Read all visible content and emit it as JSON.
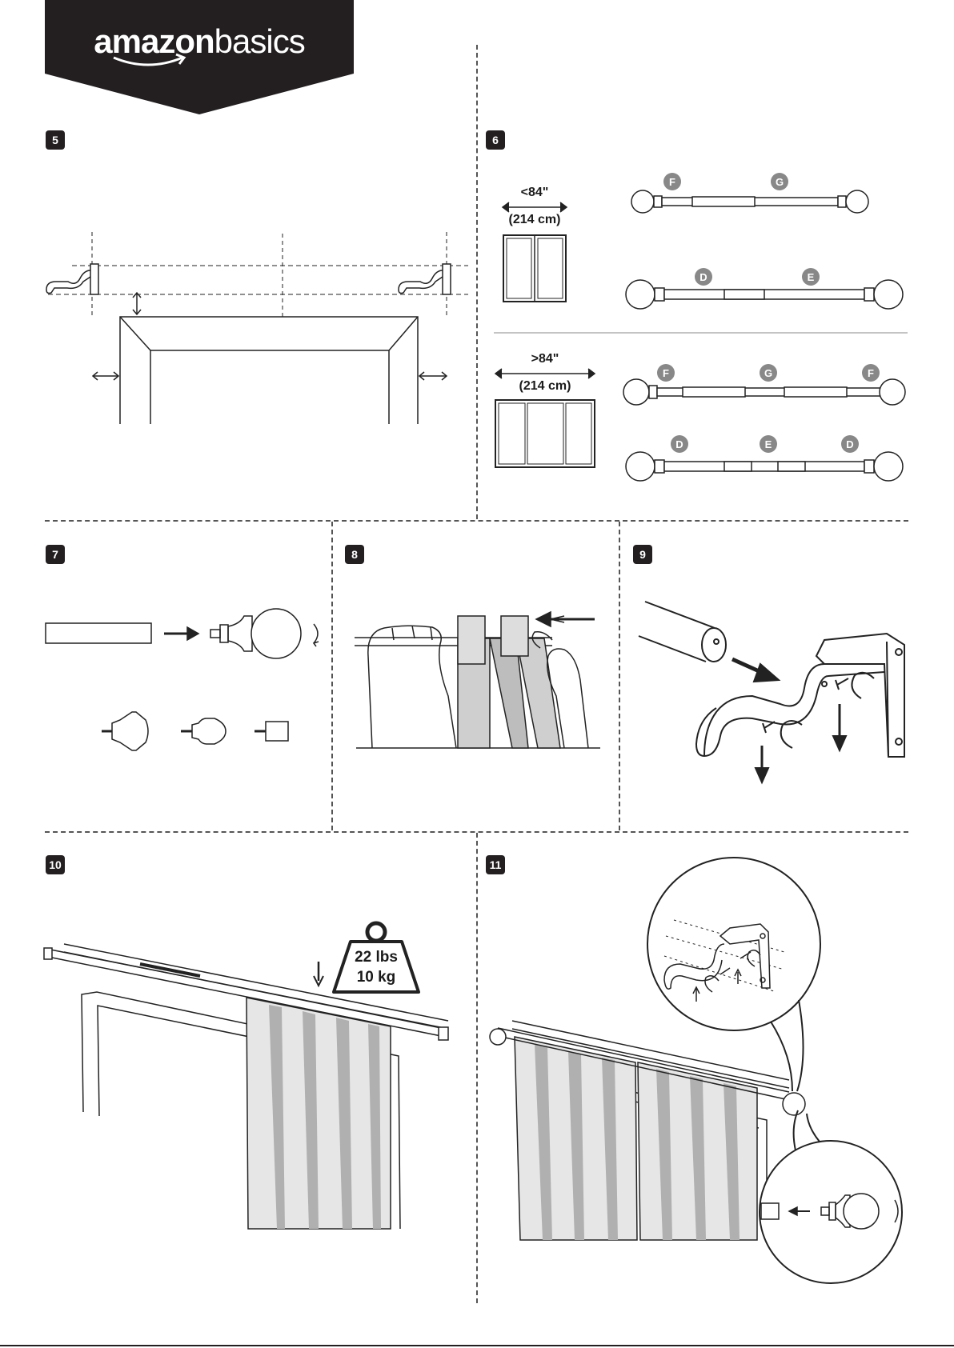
{
  "brand": {
    "name_part1": "amazon",
    "name_part2": "basics"
  },
  "steps": {
    "s5": "5",
    "s6": "6",
    "s7": "7",
    "s8": "8",
    "s9": "9",
    "s10": "10",
    "s11": "11"
  },
  "step6": {
    "small": {
      "width_in": "<84\"",
      "width_cm": "(214 cm)"
    },
    "large": {
      "width_in": ">84\"",
      "width_cm": "(214 cm)"
    },
    "rod_labels": {
      "F": "F",
      "G": "G",
      "D": "D",
      "E": "E"
    }
  },
  "step10": {
    "weight_lbs": "22 lbs",
    "weight_kg": "10 kg"
  }
}
